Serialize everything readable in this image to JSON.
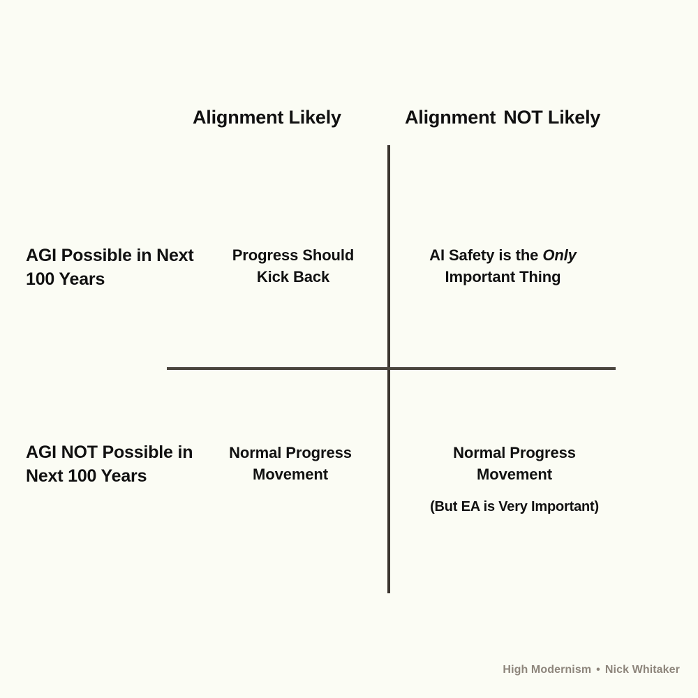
{
  "diagram": {
    "type": "2x2-matrix",
    "background_color": "#fbfcf4",
    "text_color": "#111111",
    "axis_color": "#3b352f",
    "columns": [
      {
        "label": "Alignment Likely"
      },
      {
        "label_part1": "Alignment",
        "label_part2": "NOT Likely",
        "label": "Alignment  NOT Likely"
      }
    ],
    "rows": [
      {
        "label_line1": "AGI Possible in",
        "label_line2": "Next 100 Years"
      },
      {
        "label_line1": "AGI NOT Possible",
        "label_line2": "in Next 100 Years"
      }
    ],
    "cells": {
      "top_left": {
        "line1": "Progress Should",
        "line2": "Kick Back"
      },
      "top_right": {
        "line1_before": "AI Safety is the ",
        "line1_emphasis": "Only",
        "line2": "Important Thing"
      },
      "bottom_left": {
        "line1": "Normal Progress",
        "line2": "Movement"
      },
      "bottom_right": {
        "line1": "Normal Progress",
        "line2": "Movement",
        "note": "(But EA is Very Important)"
      }
    }
  },
  "footer": {
    "publication": "High Modernism",
    "separator": "•",
    "author": "Nick Whitaker",
    "color": "#8d857b"
  }
}
